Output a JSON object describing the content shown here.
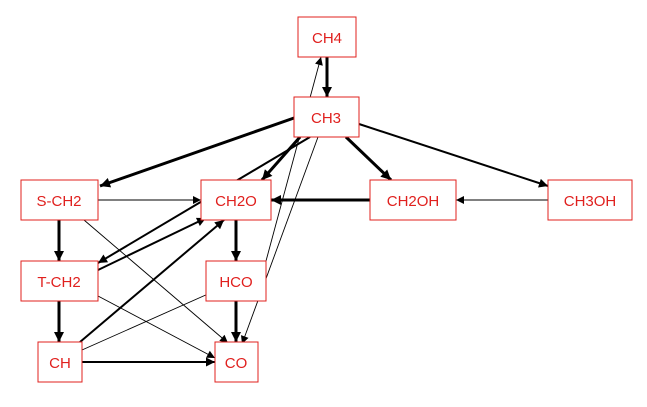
{
  "diagram": {
    "node_color": "#e0201e",
    "edge_color": "#000000",
    "nodes": {
      "CH4": "CH4",
      "CH3": "CH3",
      "S-CH2": "S-CH2",
      "CH2O": "CH2O",
      "CH2OH": "CH2OH",
      "CH3OH": "CH3OH",
      "T-CH2": "T-CH2",
      "HCO": "HCO",
      "CH": "CH",
      "CO": "CO"
    },
    "edges": [
      {
        "from": "CH4",
        "to": "CH3",
        "weight": "heavy"
      },
      {
        "from": "CH3",
        "to": "S-CH2",
        "weight": "heavy"
      },
      {
        "from": "CH3",
        "to": "CH2O",
        "weight": "heavy"
      },
      {
        "from": "CH3",
        "to": "CH2OH",
        "weight": "heavy"
      },
      {
        "from": "CH3",
        "to": "CH3OH",
        "weight": "medium"
      },
      {
        "from": "CH3",
        "to": "T-CH2",
        "weight": "medium"
      },
      {
        "from": "CH3",
        "to": "CO",
        "weight": "thin"
      },
      {
        "from": "HCO",
        "to": "CH4",
        "weight": "thin"
      },
      {
        "from": "CH2OH",
        "to": "CH2O",
        "weight": "heavy"
      },
      {
        "from": "CH3OH",
        "to": "CH2OH",
        "weight": "thin"
      },
      {
        "from": "S-CH2",
        "to": "CH2O",
        "weight": "thin"
      },
      {
        "from": "S-CH2",
        "to": "T-CH2",
        "weight": "heavy"
      },
      {
        "from": "S-CH2",
        "to": "CO",
        "weight": "thin"
      },
      {
        "from": "T-CH2",
        "to": "CH2O",
        "weight": "medium"
      },
      {
        "from": "T-CH2",
        "to": "CH",
        "weight": "heavy"
      },
      {
        "from": "T-CH2",
        "to": "CO",
        "weight": "thin"
      },
      {
        "from": "CH2O",
        "to": "HCO",
        "weight": "heavy"
      },
      {
        "from": "HCO",
        "to": "CO",
        "weight": "heavy"
      },
      {
        "from": "CH",
        "to": "CH2O",
        "weight": "medium"
      },
      {
        "from": "CH",
        "to": "HCO",
        "weight": "thin"
      },
      {
        "from": "CH",
        "to": "CO",
        "weight": "medium"
      }
    ]
  }
}
